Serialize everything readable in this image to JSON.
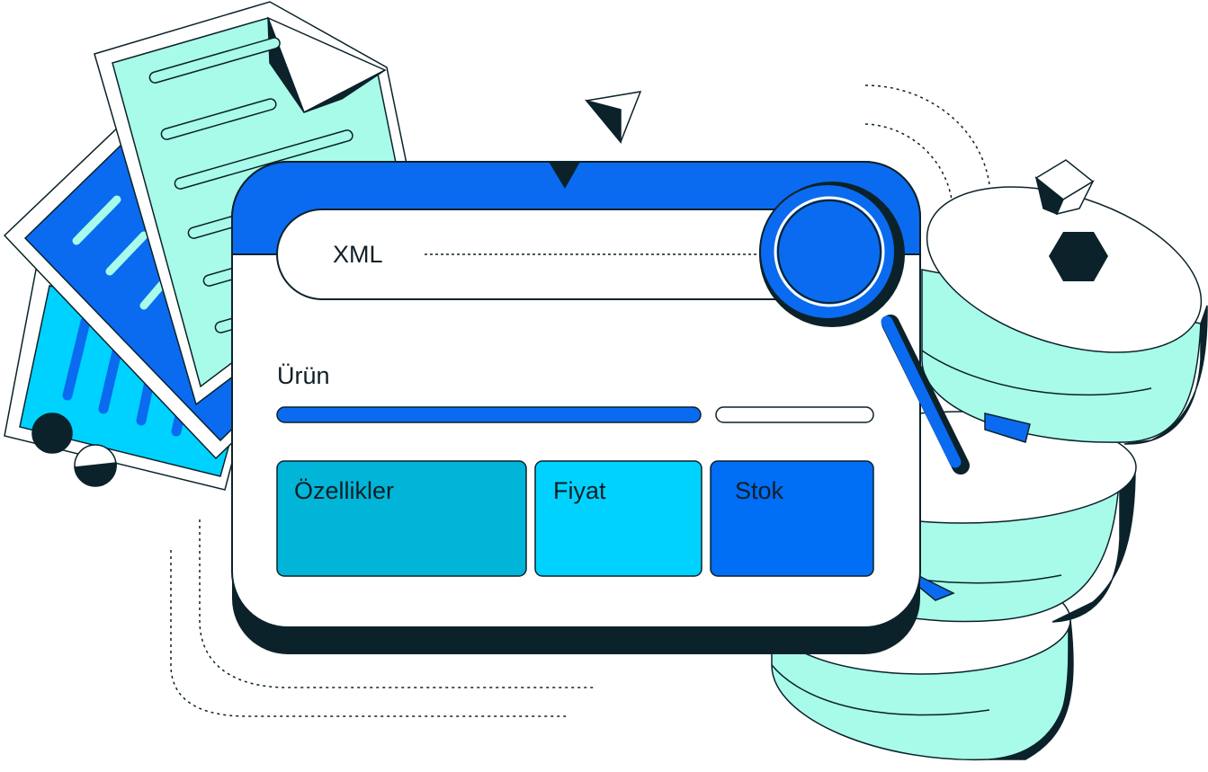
{
  "search": {
    "value": "XML"
  },
  "product": {
    "label": "Ürün",
    "progress": 0.71
  },
  "cards": [
    {
      "label": "Özellikler",
      "color": "#00b5d8"
    },
    {
      "label": "Fiyat",
      "color": "#00d2ff"
    },
    {
      "label": "Stok",
      "color": "#006ef5"
    }
  ],
  "colors": {
    "navy": "#0b222a",
    "blue": "#0a6bf0",
    "mint": "#a8fbe9",
    "cyan": "#00d2ff"
  },
  "icons": [
    "paper-plane-icon",
    "magnifier-icon",
    "database-icon",
    "document-icon",
    "cube-icon",
    "hexagon-icon"
  ]
}
